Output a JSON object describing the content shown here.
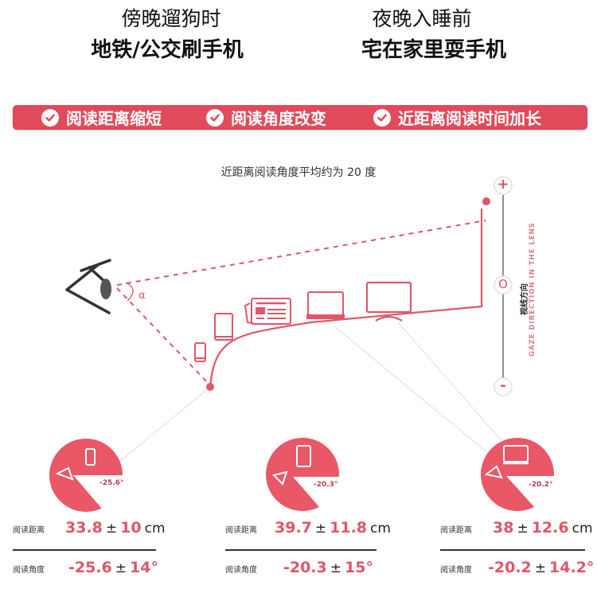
{
  "headlines": {
    "left": {
      "line1": "傍晚遛狗时",
      "line2": "地铁/公交刷手机"
    },
    "right": {
      "line1": "夜晚入睡前",
      "line2": "宅在家里耍手机"
    }
  },
  "banner": {
    "items": [
      {
        "label": "阅读距离缩短",
        "icon": "check-circle-icon"
      },
      {
        "label": "阅读角度改变",
        "icon": "check-circle-icon"
      },
      {
        "label": "近距离阅读时间加长",
        "icon": "check-circle-icon"
      }
    ],
    "color": "#e04a5a"
  },
  "diagram": {
    "subtitle": "近距离阅读角度平均约为 20 度",
    "angle_symbol": "α",
    "devices": [
      "smartphone",
      "tablet",
      "newspaper",
      "laptop",
      "monitor"
    ],
    "gaze_scale": {
      "plus": "+",
      "zero": "O",
      "minus": "-",
      "label_cn": "视线方向",
      "label_en": "GAZE DIRECTION IN THE LENS"
    },
    "accent_color": "#e0566a"
  },
  "stats": [
    {
      "device": "smartphone",
      "circle_angle": "-25.6°",
      "distance_label": "阅读距离",
      "distance_value": "33.8",
      "distance_pm": "±",
      "distance_dev": "10",
      "distance_unit": "cm",
      "angle_label": "阅读角度",
      "angle_value": "-25.6",
      "angle_pm": "±",
      "angle_dev": "14°"
    },
    {
      "device": "tablet",
      "circle_angle": "-20.3°",
      "distance_label": "阅读距离",
      "distance_value": "39.7",
      "distance_pm": "±",
      "distance_dev": "11.8",
      "distance_unit": "cm",
      "angle_label": "阅读角度",
      "angle_value": "-20.3",
      "angle_pm": "±",
      "angle_dev": "15°"
    },
    {
      "device": "laptop",
      "circle_angle": "-20.2°",
      "distance_label": "阅读距离",
      "distance_value": "38",
      "distance_pm": "±",
      "distance_dev": "12.6",
      "distance_unit": "cm",
      "angle_label": "阅读角度",
      "angle_value": "-20.2",
      "angle_pm": "±",
      "angle_dev": "14.2°"
    }
  ]
}
